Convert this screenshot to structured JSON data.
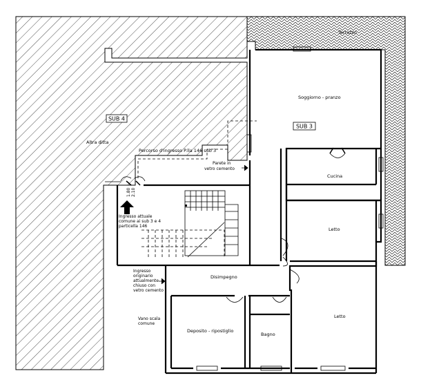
{
  "labels": {
    "sub4": "SUB 4",
    "sub3": "SUB 3",
    "altra_ditta": "Altra ditta",
    "terrazzo": "Terrazzo",
    "soggiorno": "Soggiorno - pranzo",
    "cucina": "Cucina",
    "letto1": "Letto",
    "letto2": "Letto",
    "disimpegno": "Disimpegno",
    "deposito": "Deposito - ripostiglio",
    "bagno": "Bagno",
    "percorso": "Percorso d'ingresso P.lla 146 sub 3",
    "parete_line1": "Parete in",
    "parete_line2": "vetro cemento",
    "ingresso_attuale": [
      "Ingresso attuale",
      "comune ai sub 3 e 4",
      "particella 146"
    ],
    "ingresso_originario": [
      "Ingresso",
      "originario",
      "attualmente",
      "chiuso con",
      "vetro cemento"
    ],
    "vano_scala": [
      "Vano scala",
      "comune"
    ],
    "step_height": "1.80",
    "step_sub": "2.10"
  },
  "colors": {
    "ink": "#000000",
    "paper": "#ffffff"
  }
}
